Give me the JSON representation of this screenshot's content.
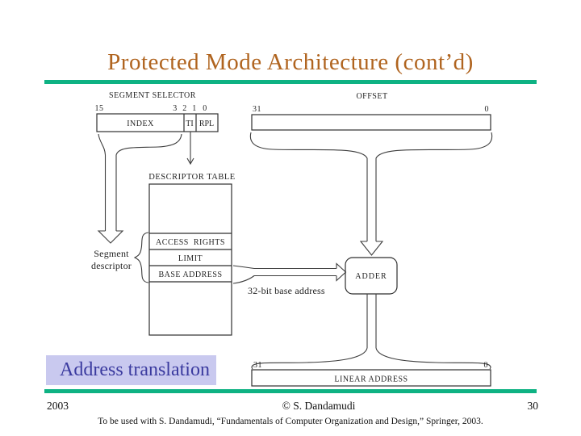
{
  "slide": {
    "title": "Protected Mode Architecture (cont’d)"
  },
  "colors": {
    "accent_green": "#0eb283",
    "title_color": "#b0641f",
    "callout_bg": "#c9c9ef",
    "callout_text": "#3a3a9f"
  },
  "diagram": {
    "segment_selector": {
      "label": "SEGMENT SELECTOR",
      "bit_15": "15",
      "bit_3": "3",
      "bit_2": "2",
      "bit_1": "1",
      "bit_0": "0",
      "field_index": "INDEX",
      "field_ti": "TI",
      "field_rpl": "RPL"
    },
    "offset": {
      "label": "OFFSET",
      "bit_hi": "31",
      "bit_lo": "0"
    },
    "descriptor_table": {
      "label": "DESCRIPTOR TABLE",
      "row_access_rights": "ACCESS RIGHTS",
      "row_limit": "LIMIT",
      "row_base_address": "BASE ADDRESS"
    },
    "segment_descriptor": {
      "line1": "Segment",
      "line2": "descriptor"
    },
    "base_address_arrow_label": "32-bit base address",
    "adder_label": "ADDER",
    "linear_address": {
      "label": "LINEAR ADDRESS",
      "bit_hi": "31",
      "bit_lo": "0"
    }
  },
  "callout": {
    "text": "Address translation"
  },
  "footer": {
    "year": "2003",
    "copyright": "© S. Dandamudi",
    "page": "30",
    "citation": "To be used with S. Dandamudi, “Fundamentals of Computer Organization and Design,” Springer, 2003."
  }
}
